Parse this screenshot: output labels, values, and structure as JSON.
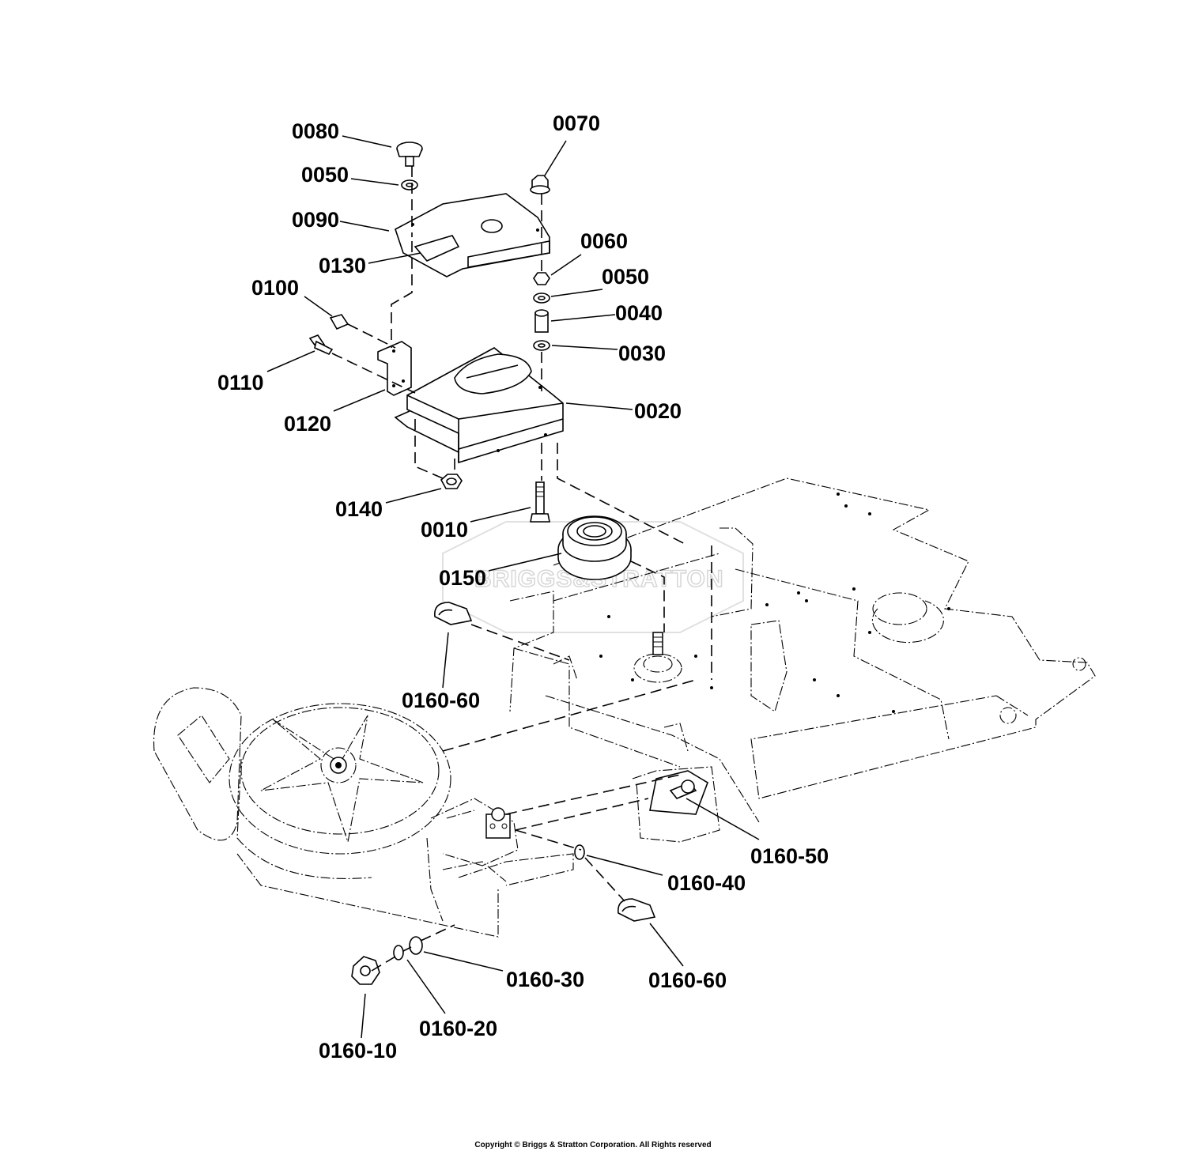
{
  "watermark_text": "BRIGGS&STRATTON",
  "copyright": "Copyright © Briggs & Stratton Corporation. All Rights reserved",
  "callouts": [
    {
      "id": "c0080",
      "text": "0080"
    },
    {
      "id": "c0050a",
      "text": "0050"
    },
    {
      "id": "c0090",
      "text": "0090"
    },
    {
      "id": "c0130",
      "text": "0130"
    },
    {
      "id": "c0100",
      "text": "0100"
    },
    {
      "id": "c0110",
      "text": "0110"
    },
    {
      "id": "c0120",
      "text": "0120"
    },
    {
      "id": "c0140",
      "text": "0140"
    },
    {
      "id": "c0010",
      "text": "0010"
    },
    {
      "id": "c0150",
      "text": "0150"
    },
    {
      "id": "c0070",
      "text": "0070"
    },
    {
      "id": "c0060",
      "text": "0060"
    },
    {
      "id": "c0050b",
      "text": "0050"
    },
    {
      "id": "c0040",
      "text": "0040"
    },
    {
      "id": "c0030",
      "text": "0030"
    },
    {
      "id": "c0020",
      "text": "0020"
    },
    {
      "id": "c016060a",
      "text": "0160-60"
    },
    {
      "id": "c016050",
      "text": "0160-50"
    },
    {
      "id": "c016040",
      "text": "0160-40"
    },
    {
      "id": "c016030",
      "text": "0160-30"
    },
    {
      "id": "c016060b",
      "text": "0160-60"
    },
    {
      "id": "c016020",
      "text": "0160-20"
    },
    {
      "id": "c016010",
      "text": "0160-10"
    }
  ]
}
